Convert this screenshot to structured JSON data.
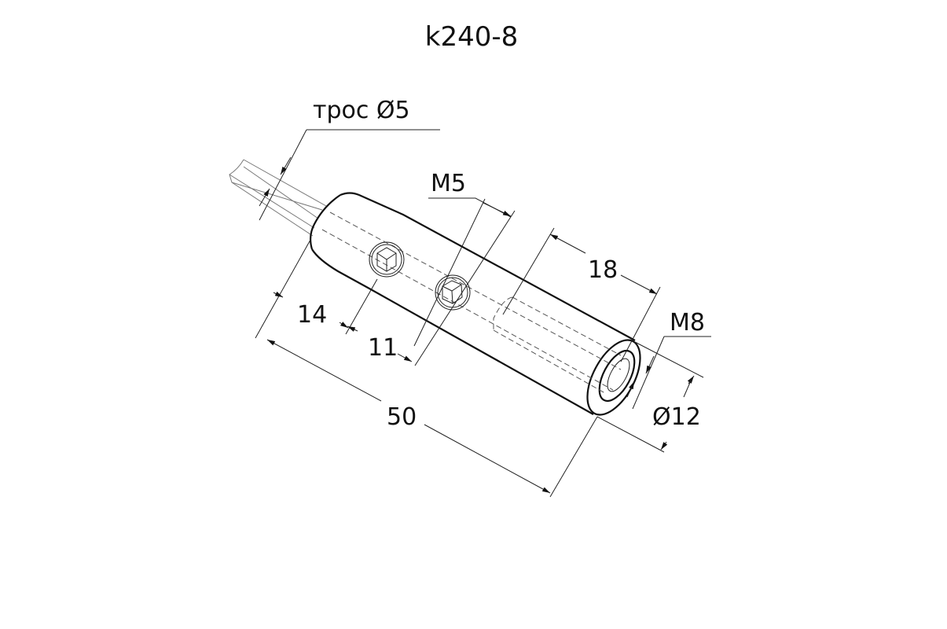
{
  "title": "k240-8",
  "labels": {
    "cable": "трос Ø5",
    "screw_thread": "M5",
    "thread_depth": "18",
    "thread": "M8",
    "diameter": "Ø12",
    "dim_first_screw": "14",
    "dim_screw_spacing": "11",
    "dim_total_length": "50"
  }
}
